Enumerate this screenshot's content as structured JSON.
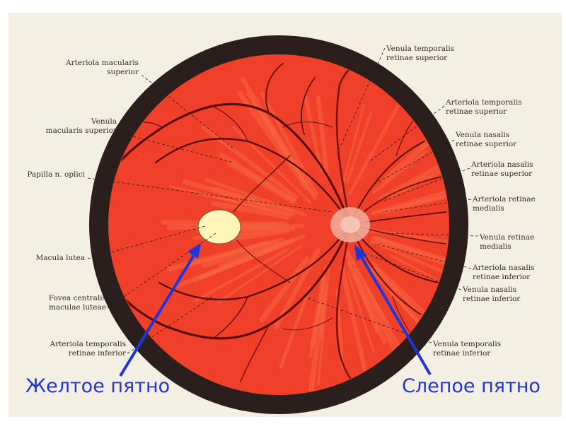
{
  "colors": {
    "retina": "#f0402a",
    "retina_light": "#f8643f",
    "rim": "#2a1f1c",
    "vessel": "#7a1410",
    "vessel_dark": "#5a0c0a",
    "macula": "#fff5b8",
    "disc": "#f5b0a0",
    "arrow": "#1f35d9",
    "label": "#3a2a22"
  },
  "labels": {
    "left": [
      [
        "Arteriola macularis",
        "superior"
      ],
      [
        "Venula",
        "macularis superior"
      ],
      [
        "Papilla n. oplici"
      ],
      [
        "Macula lutea"
      ],
      [
        "Fovea centralis",
        "maculae luteae"
      ],
      [
        "Arteriola temporalis",
        "retinae inferior"
      ]
    ],
    "right": [
      [
        "Venula temporalis",
        "retinae superior"
      ],
      [
        "Arteriola temporalis",
        "retinae superior"
      ],
      [
        "Venula nasalis",
        "retinae superior"
      ],
      [
        "Arteriola nasalis",
        "retinae superior"
      ],
      [
        "Arteriola retinae",
        "medialis"
      ],
      [
        "Venula retinae",
        "medialis"
      ],
      [
        "Arteriola nasalis",
        "retinae inferior"
      ],
      [
        "Venula nasalis",
        "retinae inferior"
      ],
      [
        "Venula temporalis",
        "retinae inferior"
      ]
    ]
  },
  "annotations": {
    "macula_ru": "Желтое пятно",
    "blind_spot_ru": "Слепое пятно"
  }
}
